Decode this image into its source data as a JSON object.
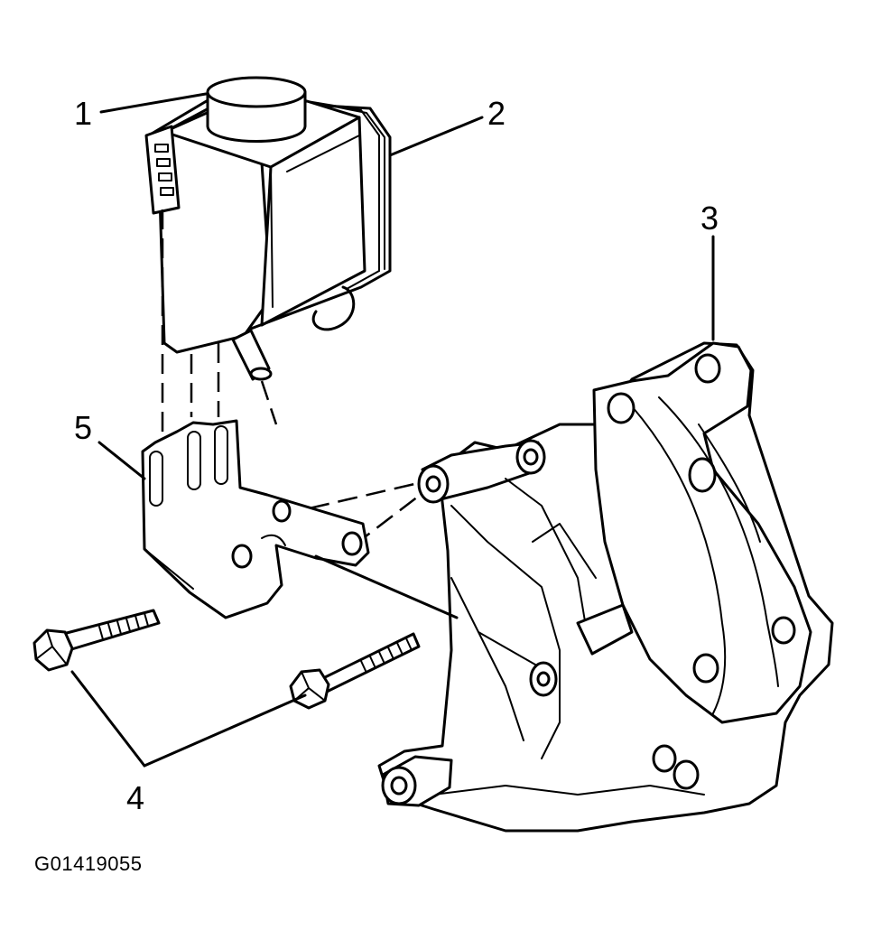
{
  "diagram": {
    "callouts": {
      "c1": "1",
      "c2": "2",
      "c3": "3",
      "c4": "4",
      "c5": "5"
    },
    "figure_id": "G01419055"
  }
}
